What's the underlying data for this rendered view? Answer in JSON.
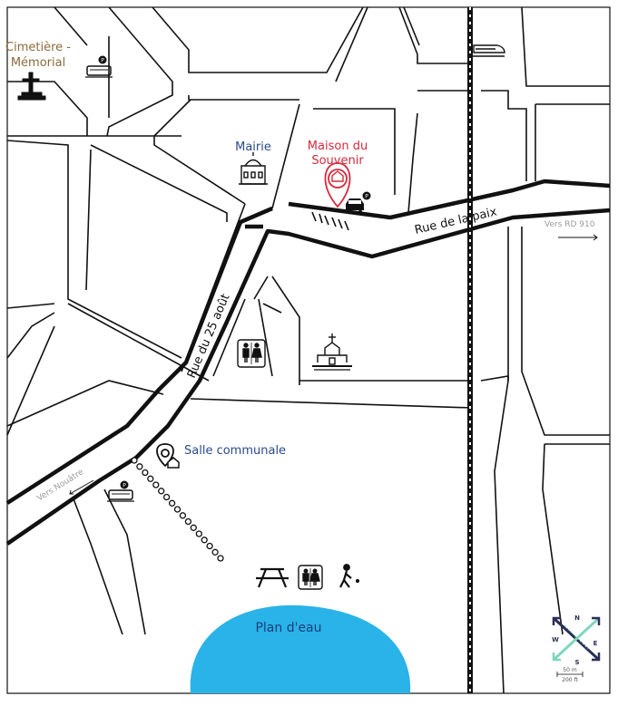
{
  "labels": {
    "cemetery": [
      "Cimetière -",
      "Mémorial"
    ],
    "mairie": "Mairie",
    "maison": [
      "Maison du",
      "Souvenir"
    ],
    "rue_paix": "Rue de la paix",
    "rue_25": "Rue du 25 août",
    "vers_rd": "Vers RD 910",
    "vers_nouatre": "Vers Nouâtre",
    "salle": "Salle communale",
    "plan_eau": "Plan d'eau",
    "scale_m": "50 m",
    "scale_ft": "200 ft",
    "parking": "P"
  },
  "compass": {
    "n": "N",
    "s": "S",
    "e": "E",
    "w": "W"
  },
  "colors": {
    "road": "#111111",
    "text_blue": "#2a4a8a",
    "text_red": "#d62a3c",
    "text_gold": "#8c6a3a",
    "text_grey": "#9a9a9a",
    "water": "#29b3e8",
    "water_text": "#1d3f7a",
    "compass_dark": "#2c2f55",
    "compass_light": "#7fd6c0"
  },
  "icons": [
    "cross-icon",
    "bus-parking-icon",
    "train-icon",
    "town-hall-icon",
    "memorial-pin-icon",
    "car-parking-icon",
    "church-icon",
    "toilets-icon",
    "venue-pin-icon",
    "picnic-table-icon",
    "walker-icon",
    "compass-rose-icon"
  ]
}
